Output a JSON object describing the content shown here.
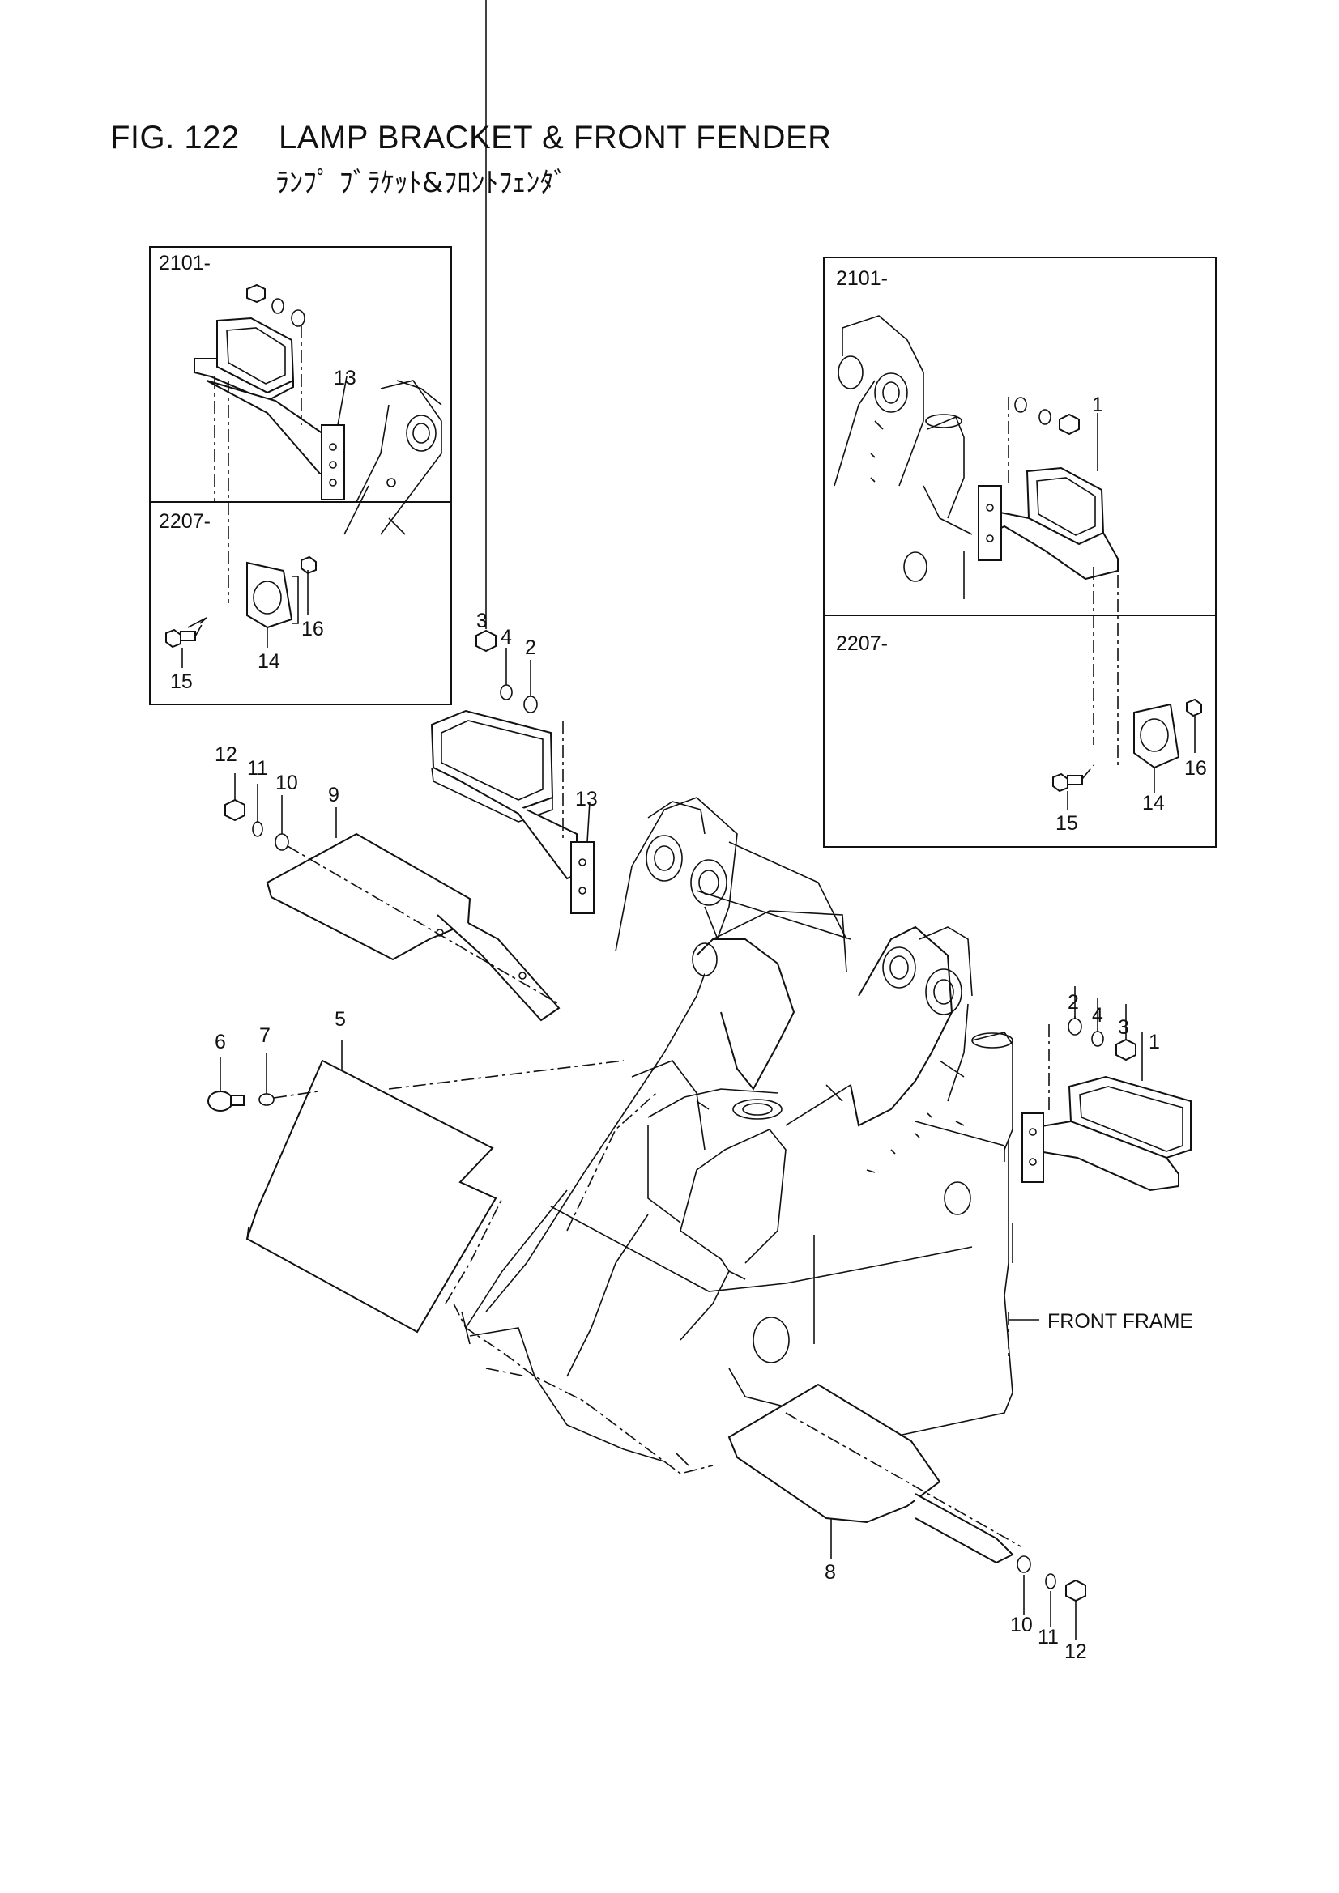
{
  "figure": {
    "number": "FIG. 122",
    "title": "LAMP BRACKET & FRONT FENDER",
    "subtitle_jp": "ﾗﾝﾌﾟ ﾌﾞﾗｹｯﾄ&ﾌﾛﾝﾄﾌｪﾝﾀﾞ"
  },
  "insets": {
    "left_top_serial": "2101-",
    "left_bottom_serial": "2207-",
    "right_top_serial": "2101-",
    "right_bottom_serial": "2207-"
  },
  "callouts": {
    "front_frame": "FRONT FRAME"
  },
  "part_labels": [
    "13",
    "16",
    "14",
    "15",
    "1",
    "16",
    "14",
    "15",
    "3",
    "4",
    "2",
    "13",
    "12",
    "11",
    "10",
    "9",
    "2",
    "4",
    "3",
    "1",
    "6",
    "7",
    "5",
    "8",
    "10",
    "11",
    "12"
  ]
}
